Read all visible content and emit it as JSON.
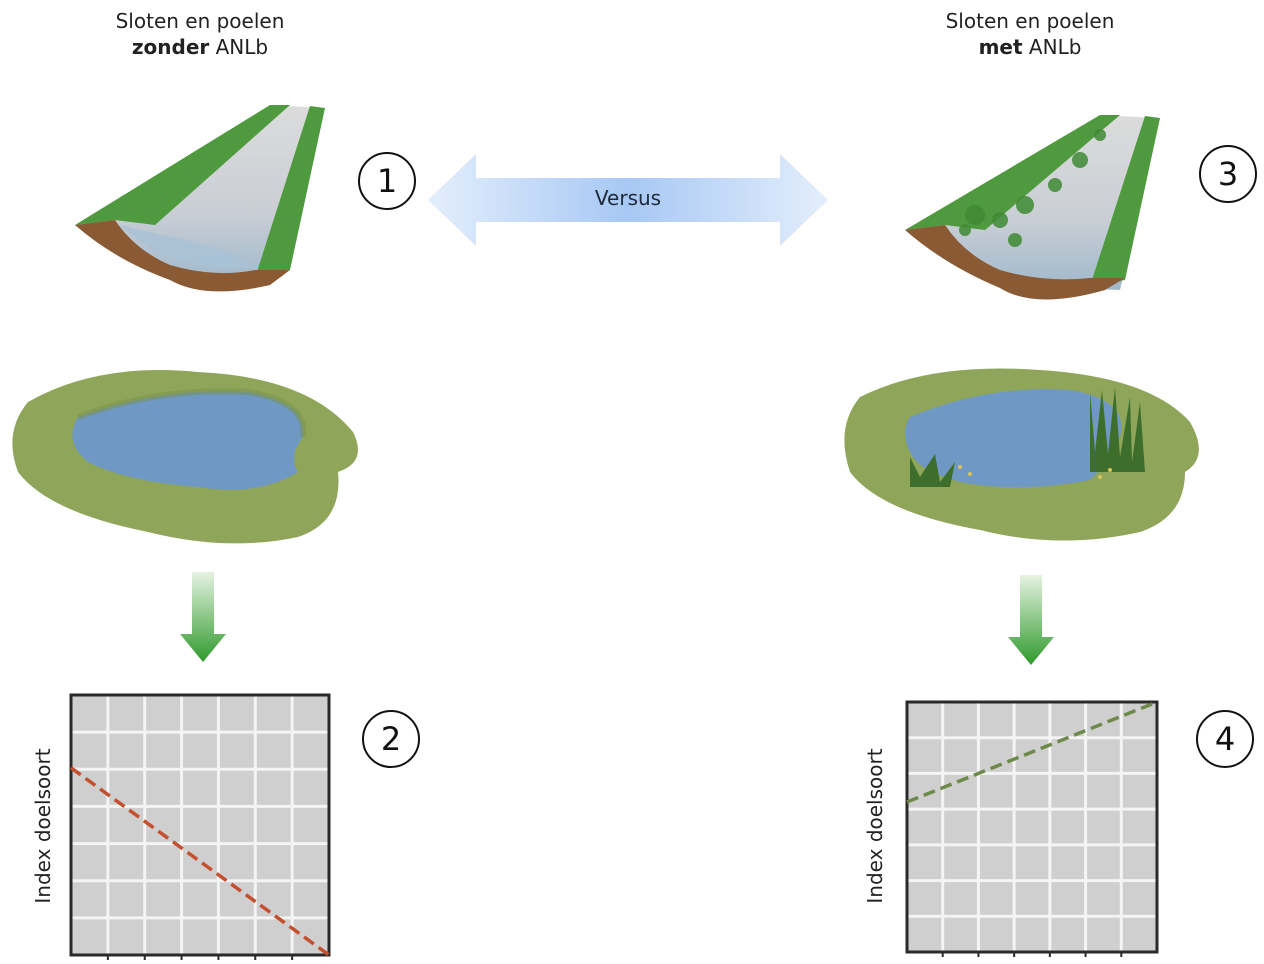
{
  "left": {
    "heading_line1": "Sloten en poelen",
    "heading_bold": "zonder",
    "heading_rest": "ANLb",
    "badge_top": "1",
    "badge_bottom": "2",
    "ylabel": "Index doelsoort"
  },
  "right": {
    "heading_line1": "Sloten en poelen",
    "heading_bold": "met",
    "heading_rest": "ANLb",
    "badge_top": "3",
    "badge_bottom": "4",
    "ylabel": "Index doelsoort"
  },
  "versus": "Versus",
  "chart_data": [
    {
      "type": "line",
      "ylabel": "Index doelsoort",
      "series": [
        {
          "values": [
            0.72,
            0.0
          ],
          "color": "#c4502f",
          "style": "dashed"
        }
      ],
      "grid": true,
      "trend": "decreasing"
    },
    {
      "type": "line",
      "ylabel": "Index doelsoort",
      "series": [
        {
          "values": [
            0.6,
            1.0
          ],
          "color": "#6d8a4a",
          "style": "dashed"
        }
      ],
      "grid": true,
      "trend": "increasing"
    }
  ]
}
